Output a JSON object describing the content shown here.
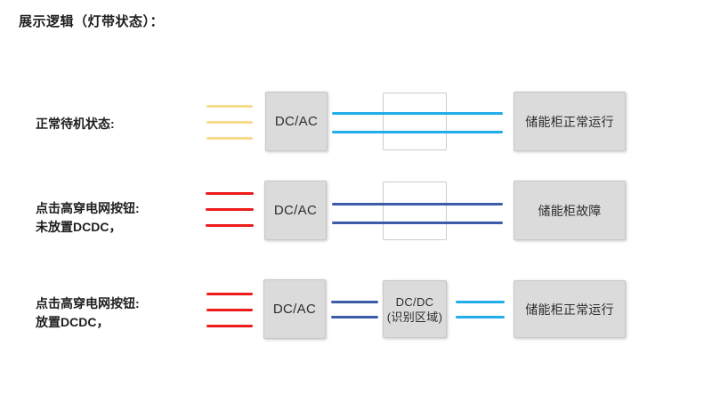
{
  "title": "展示逻辑（灯带状态）：",
  "palette": {
    "yellow": "#F7DC8C",
    "red": "#ED1B1B",
    "cyan": "#20ADE8",
    "navy": "#3D5CA8",
    "box_fill": "#DBDBDB",
    "box_border": "#C7C7C7"
  },
  "rows": [
    {
      "label": "正常待机状态:",
      "left_strip": {
        "color": "yellow",
        "count": 3
      },
      "inverter_label": "DC/AC",
      "wire_strip": {
        "color": "cyan",
        "count": 2
      },
      "status_label": "储能柜正常运行"
    },
    {
      "label": "点击高穿电网按钮:",
      "label2": "未放置DCDC，",
      "left_strip": {
        "color": "red",
        "count": 3
      },
      "inverter_label": "DC/AC",
      "wire_strip": {
        "color": "navy",
        "count": 2
      },
      "status_label": "储能柜故障"
    },
    {
      "label": "点击高穿电网按钮:",
      "label2": "放置DCDC，",
      "left_strip": {
        "color": "red",
        "count": 3
      },
      "inverter_label": "DC/AC",
      "wire_strip_left": {
        "color": "navy",
        "count": 2
      },
      "dcdc_label_line1": "DC/DC",
      "dcdc_label_line2": "(识别区域)",
      "wire_strip_right": {
        "color": "cyan",
        "count": 2
      },
      "status_label": "储能柜正常运行"
    }
  ]
}
